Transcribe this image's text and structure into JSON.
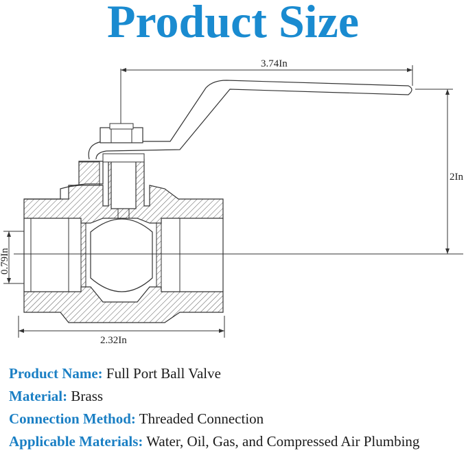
{
  "title": "Product Size",
  "accent_color": "#1a8bd0",
  "dimensions": {
    "handle_length": "3.74In",
    "height": "2In",
    "bore": "0.79In",
    "body_length": "2.32In"
  },
  "specs": [
    {
      "key": "Product Name:",
      "value": "Full Port Ball Valve"
    },
    {
      "key": "Material:",
      "value": "Brass"
    },
    {
      "key": "Connection Method:",
      "value": "Threaded Connection"
    },
    {
      "key": "Applicable Materials:",
      "value": "Water, Oil, Gas, and Compressed Air Plumbing"
    }
  ]
}
